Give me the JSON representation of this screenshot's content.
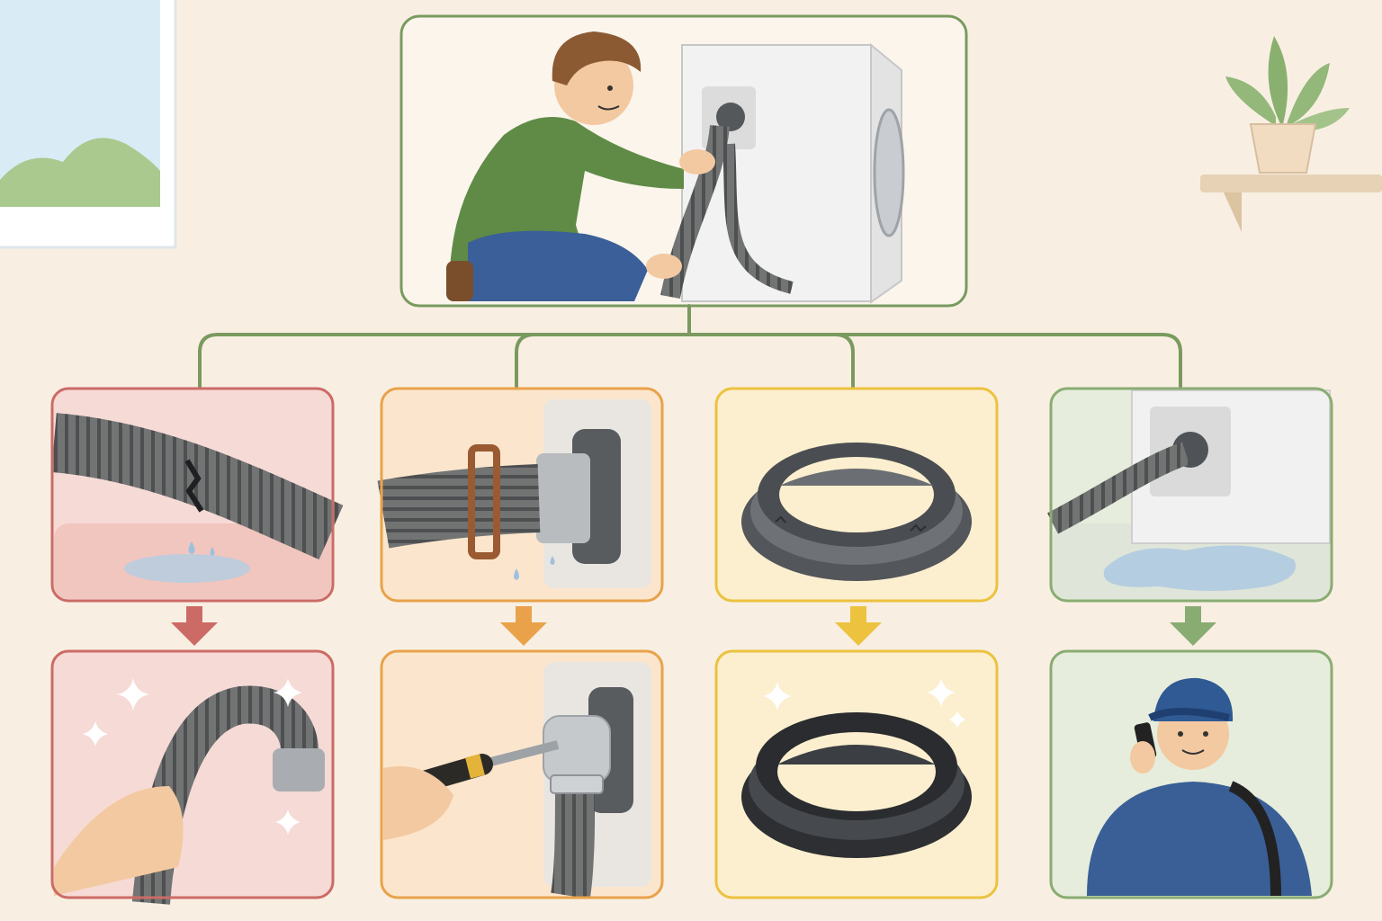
{
  "colors": {
    "background": "#f8efe2",
    "root_border": "#7a9a5f",
    "connector": "#7a9a5f",
    "hose_gray": "#707272",
    "hose_dark": "#4a4c4e",
    "water": "#a9c9e0"
  },
  "root": {
    "icon": "man-inspecting-washer-hose"
  },
  "branches": [
    {
      "id": "cracked-hose",
      "accent": "#cc6b66",
      "fill": "#f6dad6",
      "problem_icon": "cracked-leaking-hose",
      "arrow_icon": "arrow-down-icon",
      "solution_icon": "new-hose"
    },
    {
      "id": "loose-clamp",
      "accent": "#e9a24a",
      "fill": "#fbe6cd",
      "problem_icon": "rusty-clamp-dripping",
      "arrow_icon": "arrow-down-icon",
      "solution_icon": "screwdriver-tighten-clamp"
    },
    {
      "id": "worn-gasket",
      "accent": "#ecc23f",
      "fill": "#fcefcf",
      "problem_icon": "cracked-rubber-gasket",
      "arrow_icon": "arrow-down-icon",
      "solution_icon": "new-rubber-gasket"
    },
    {
      "id": "leaking-washer",
      "accent": "#89ac72",
      "fill": "#e6eddc",
      "problem_icon": "water-pool-under-washer",
      "arrow_icon": "arrow-down-icon",
      "solution_icon": "call-plumber"
    }
  ]
}
